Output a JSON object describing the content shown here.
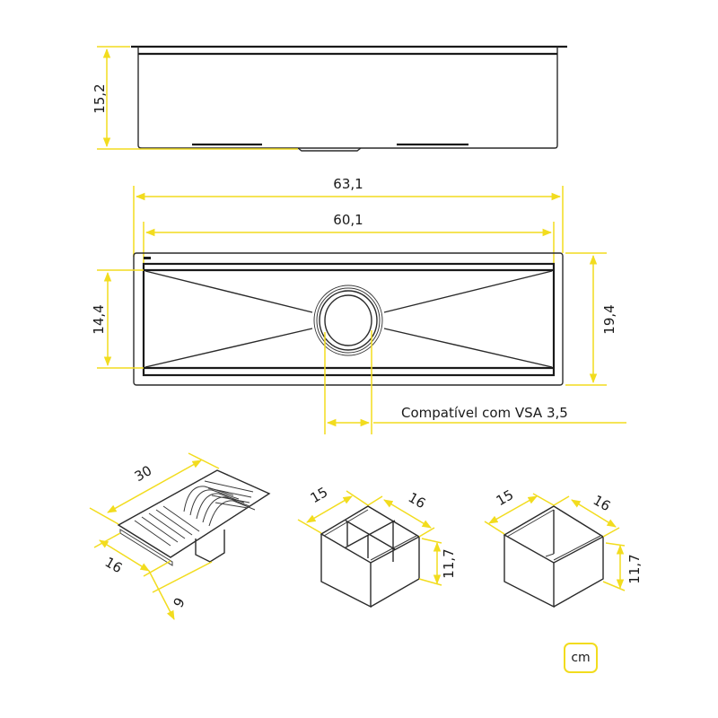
{
  "colors": {
    "dimension_line": "#f2dc1e",
    "outline": "#1a1a1a",
    "background": "#ffffff"
  },
  "side_view": {
    "height_label": "15,2"
  },
  "top_view": {
    "outer_width_label": "63,1",
    "inner_width_label": "60,1",
    "inner_depth_label": "14,4",
    "outer_depth_label": "19,4",
    "drain_note": "Compatível com VSA 3,5"
  },
  "accessories": {
    "dish_rack": {
      "length_label": "30",
      "width_label": "16",
      "height_label": "9"
    },
    "cutlery_holder": {
      "width_label": "15",
      "depth_label": "16",
      "height_label": "11,7"
    },
    "bin": {
      "width_label": "15",
      "depth_label": "16",
      "height_label": "11,7"
    }
  },
  "unit": "cm"
}
